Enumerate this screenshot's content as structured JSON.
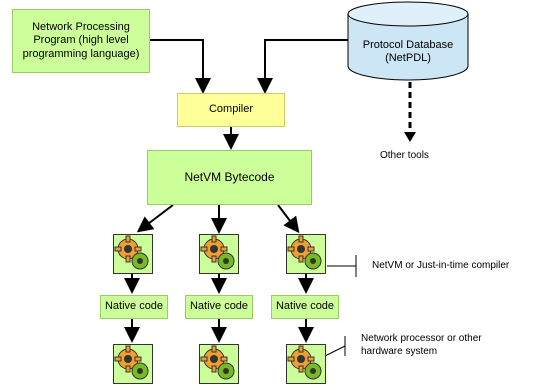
{
  "nodes": {
    "program_label": "Network Processing Program (high level programming language)",
    "database_label": "Protocol Database (NetPDL)",
    "compiler_label": "Compiler",
    "other_tools_label": "Other tools",
    "bytecode_label": "NetVM Bytecode",
    "native_code_labels": [
      "Native code",
      "Native code",
      "Native code"
    ]
  },
  "annotations": {
    "jit_label": "NetVM or Just-in-time compiler",
    "hardware_label": "Network processor or other hardware system"
  },
  "colors": {
    "green_box": "#ccff99",
    "yellow_box": "#ffff99",
    "database_fill": "#cce6f5",
    "gear_orange": "#f0a030",
    "gear_green": "#77bb22"
  }
}
